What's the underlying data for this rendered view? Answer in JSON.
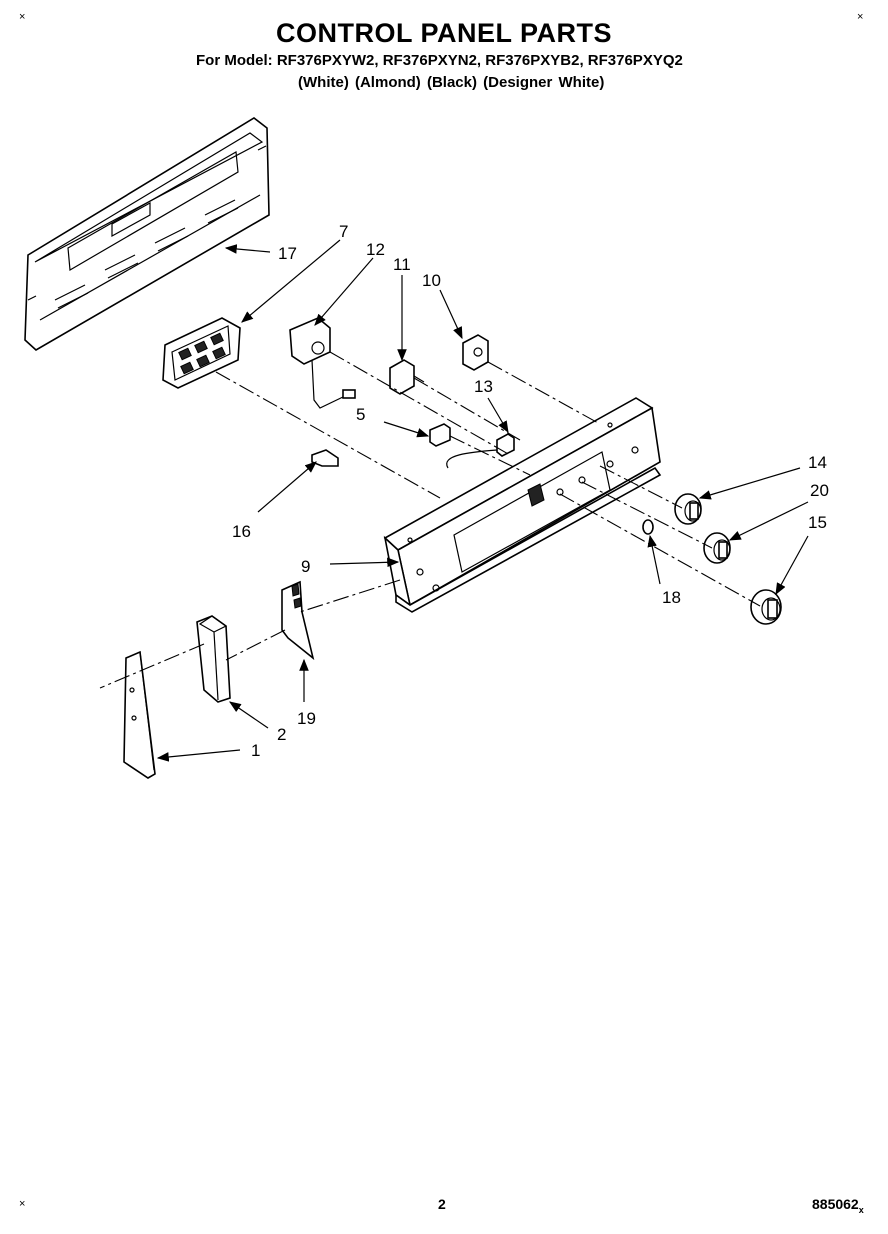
{
  "title": "CONTROL PANEL PARTS",
  "models_line": "For Model: RF376PXYW2, RF376PXYN2, RF376PXYB2, RF376PXYQ2",
  "variants_line": "(White)   (Almond)    (Black)  (Designer White)",
  "corner_mark": "×",
  "page_number": "2",
  "doc_number": "885062",
  "doc_suffix": "x",
  "callouts": {
    "c1": "1",
    "c2": "2",
    "c5": "5",
    "c7": "7",
    "c9": "9",
    "c10": "10",
    "c11": "11",
    "c12": "12",
    "c13": "13",
    "c14": "14",
    "c15": "15",
    "c16": "16",
    "c17": "17",
    "c18": "18",
    "c19": "19",
    "c20": "20"
  }
}
